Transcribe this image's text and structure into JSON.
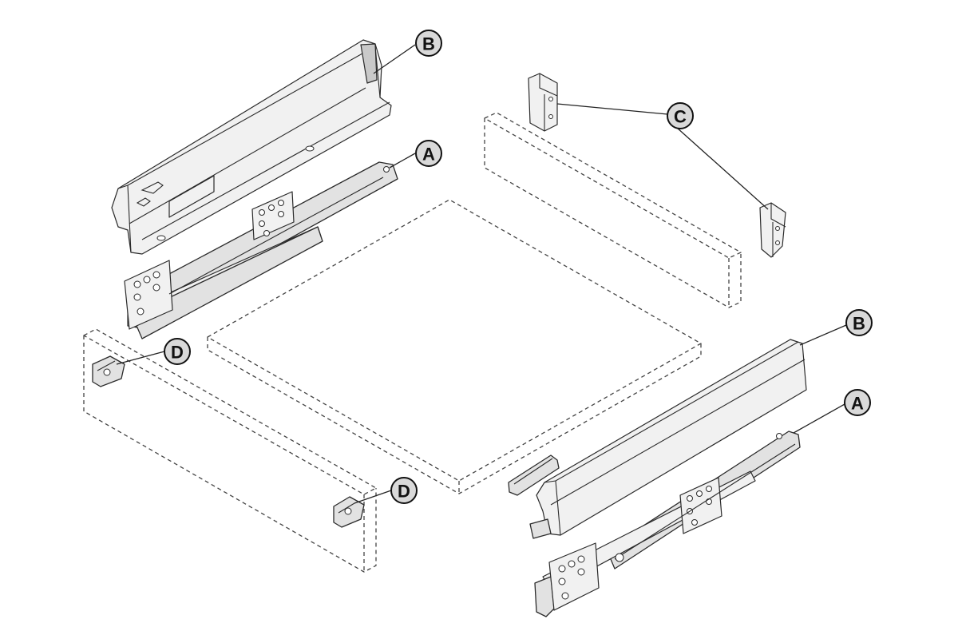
{
  "callouts": {
    "b_top": "B",
    "a_top": "A",
    "c": "C",
    "d_left": "D",
    "d_bottom": "D",
    "b_right": "B",
    "a_right": "A"
  }
}
